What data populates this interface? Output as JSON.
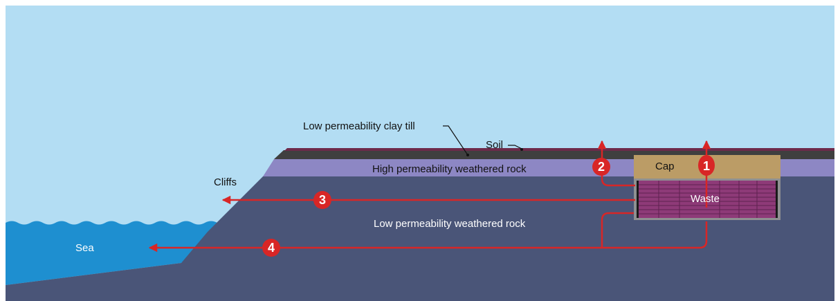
{
  "labels": {
    "clay_till": "Low permeability clay till",
    "soil": "Soil",
    "high_perm_rock": "High permeability weathered rock",
    "low_perm_rock": "Low permeability weathered rock",
    "cliffs": "Cliffs",
    "sea": "Sea",
    "cap": "Cap",
    "waste": "Waste"
  },
  "pathways": [
    "1",
    "2",
    "3",
    "4"
  ],
  "colors": {
    "sky": "#b3ddf3",
    "sea": "#1e8fd0",
    "rock": "#4a5578",
    "high_perm": "#8d87c4",
    "clay_till": "#3f3f3f",
    "soil": "#6d2a4a",
    "cap": "#bb9c66",
    "waste": "#8e3a78",
    "arrow": "#d82626"
  }
}
